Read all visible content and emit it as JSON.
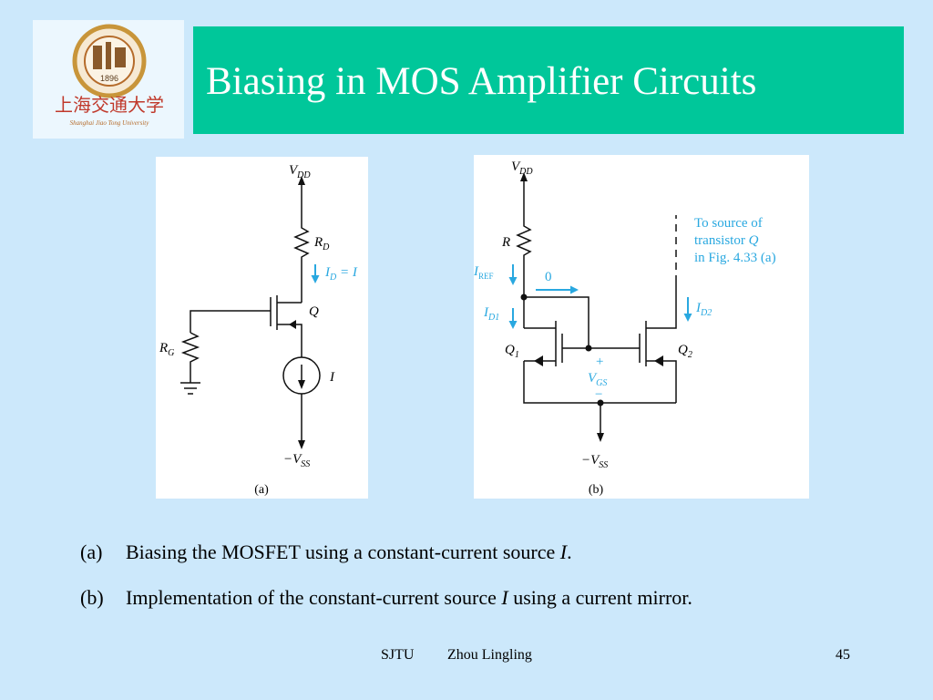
{
  "title": "Biasing in MOS Amplifier Circuits",
  "logo": {
    "emblem_year": "1896",
    "name_cn": "上海交通大学",
    "name_en": "Shanghai Jiao Tong University"
  },
  "diagram_a": {
    "vdd": "V",
    "vdd_sub": "DD",
    "rd": "R",
    "rd_sub": "D",
    "id_label": "I",
    "id_sub": "D",
    "id_eq": " = I",
    "q": "Q",
    "rg": "R",
    "rg_sub": "G",
    "i": "I",
    "vss": "−V",
    "vss_sub": "SS",
    "caption": "(a)"
  },
  "diagram_b": {
    "vdd": "V",
    "vdd_sub": "DD",
    "r": "R",
    "iref": "I",
    "iref_sub": "REF",
    "zero": "0",
    "id1": "I",
    "id1_sub": "D1",
    "id2": "I",
    "id2_sub": "D2",
    "q1": "Q",
    "q1_sub": "1",
    "q2": "Q",
    "q2_sub": "2",
    "plus": "+",
    "vgs": "V",
    "vgs_sub": "GS",
    "minus": "−",
    "note1": "To source of",
    "note2": "transistor ",
    "note2_q": "Q",
    "note3": "in Fig. 4.33 (a)",
    "vss": "−V",
    "vss_sub": "SS",
    "caption": "(b)"
  },
  "captions": {
    "a_tag": "(a)",
    "a_text": "Biasing the MOSFET using a constant-current source ",
    "a_italic": "I",
    "a_end": ".",
    "b_tag": "(b)",
    "b_text": "Implementation of the constant-current source ",
    "b_italic": "I",
    "b_end": " using a current mirror."
  },
  "footer": {
    "org": "SJTU",
    "author": "Zhou Lingling",
    "page": "45"
  },
  "colors": {
    "background": "#cce8fb",
    "title_bar": "#00c79a",
    "current_arrow": "#29a8e0",
    "logo_red": "#c0392b",
    "logo_gold": "#c8953a"
  }
}
